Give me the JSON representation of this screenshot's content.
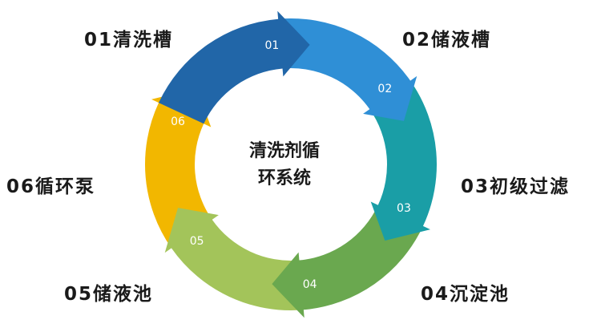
{
  "center": {
    "line1": "清洗剂循",
    "line2": "环系统"
  },
  "steps": [
    {
      "num": "01",
      "label": "01清洗槽",
      "color": "#2166a8"
    },
    {
      "num": "02",
      "label": "02储液槽",
      "color": "#2f8fd6"
    },
    {
      "num": "03",
      "label": "03初级过滤",
      "color": "#1a9ea6"
    },
    {
      "num": "04",
      "label": "04沉淀池",
      "color": "#6aa84f"
    },
    {
      "num": "05",
      "label": "05储液池",
      "color": "#a3c45a"
    },
    {
      "num": "06",
      "label": "06循环泵",
      "color": "#f2b700"
    }
  ]
}
